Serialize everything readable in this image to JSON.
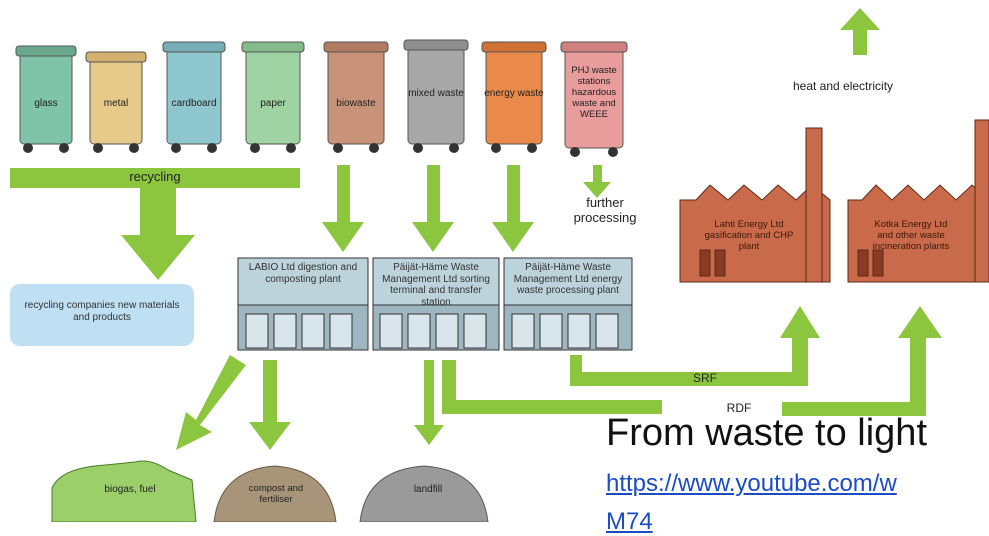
{
  "bins": [
    {
      "label": "glass",
      "color": "#7fc4a8"
    },
    {
      "label": "metal",
      "color": "#e7c98a"
    },
    {
      "label": "cardboard",
      "color": "#8fc7cf"
    },
    {
      "label": "paper",
      "color": "#9fd3a4"
    },
    {
      "label": "biowaste",
      "color": "#c89378"
    },
    {
      "label": "mixed waste",
      "color": "#a8a8a8"
    },
    {
      "label": "energy waste",
      "color": "#ea8a4a"
    },
    {
      "label": "PHJ waste stations hazardous waste and WEEE",
      "color": "#e99c9c"
    }
  ],
  "labels": {
    "recycling": "recycling",
    "further_processing": "further processing",
    "recycling_companies": "recycling companies new materials and products",
    "heat_electricity": "heat and electricity",
    "srf": "SRF",
    "rdf": "RDF"
  },
  "facilities": [
    {
      "label": "LABIO Ltd digestion and composting plant"
    },
    {
      "label": "Päijät-Häme Waste Management Ltd sorting terminal and transfer station"
    },
    {
      "label": "Päijät-Häme Waste Management Ltd energy waste processing plant"
    }
  ],
  "plants": [
    {
      "label": "Lahti Energy Ltd gasification and CHP plant"
    },
    {
      "label": "Kotka Energy Ltd and other waste incineration plants"
    }
  ],
  "outputs": [
    {
      "label": "biogas, fuel"
    },
    {
      "label": "compost and fertiliser"
    },
    {
      "label": "landfill"
    }
  ],
  "title": "From waste to light",
  "link": "https://www.youtube.com/w",
  "link_tail": "M74",
  "colors": {
    "arrow": "#8cc63f",
    "brick": "#c96a4a",
    "facility": "#bcd3dc"
  }
}
